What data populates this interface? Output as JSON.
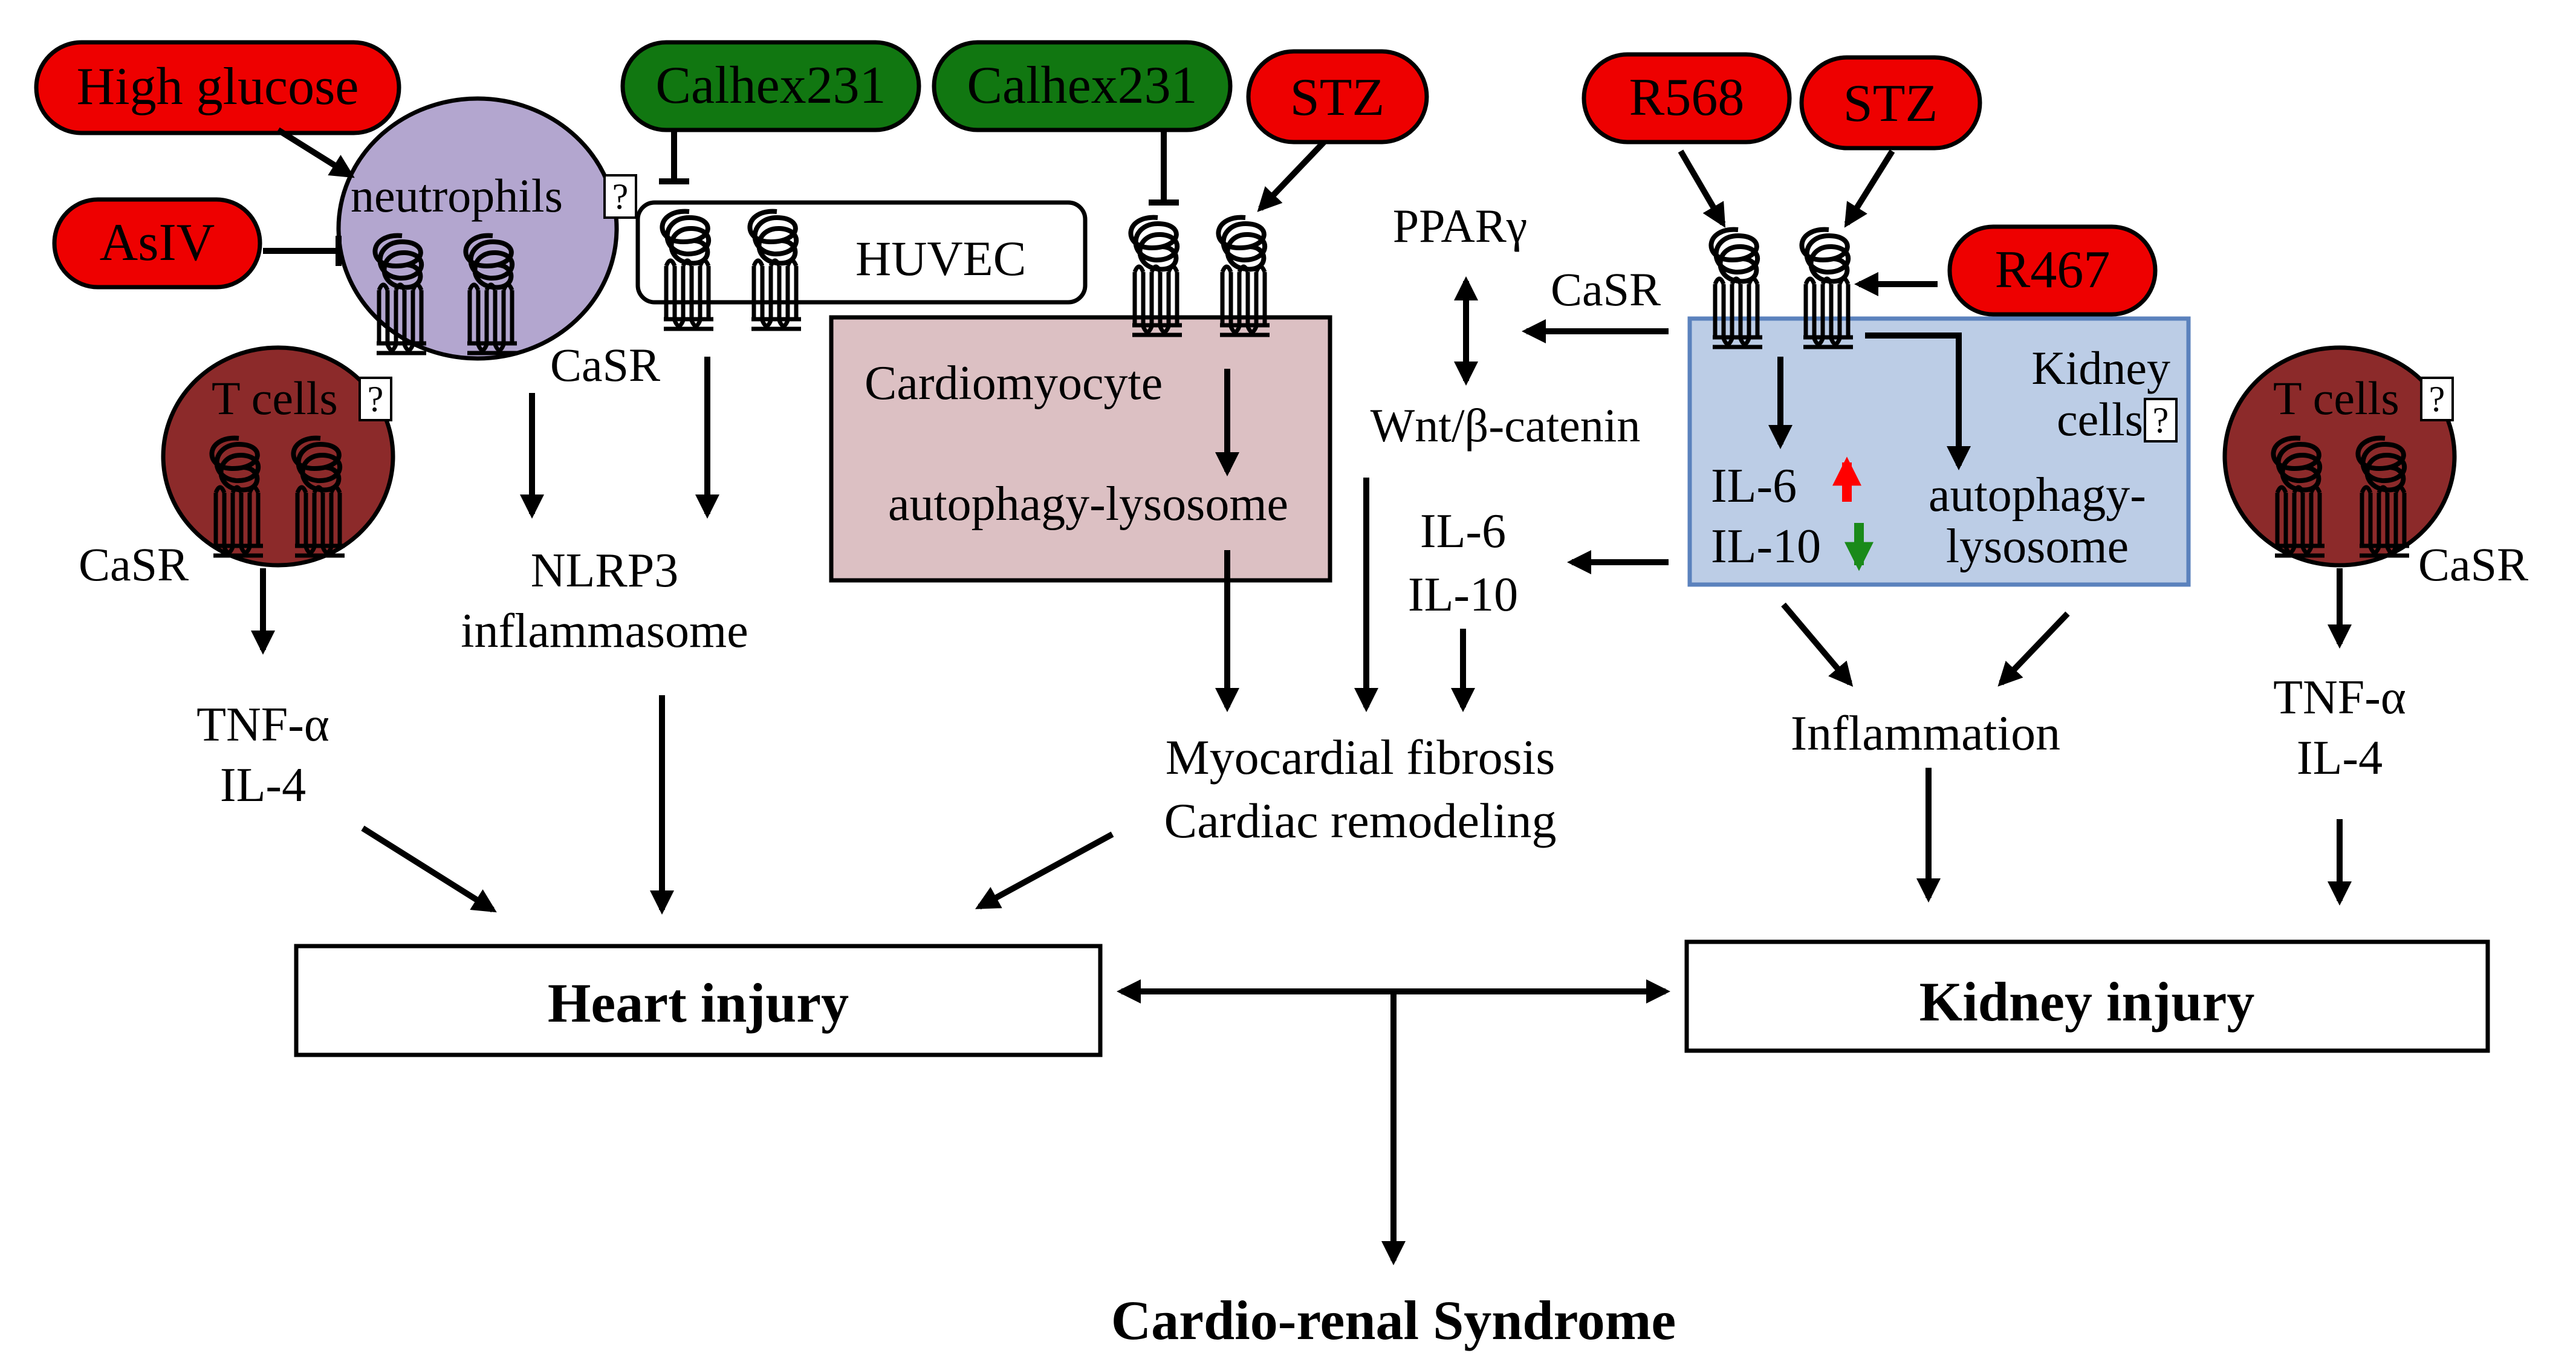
{
  "inducers": {
    "high_glucose": "High glucose",
    "asiv": "AsIV",
    "calhex_left": "Calhex231",
    "calhex_mid": "Calhex231",
    "stz_mid": "STZ",
    "r568": "R568",
    "stz_right": "STZ",
    "r467": "R467"
  },
  "cells": {
    "neutrophils": "neutrophils",
    "t_cells_left": "T cells",
    "huvec": "HUVEC",
    "cardiomyocyte": "Cardiomyocyte",
    "kidney_cells_line1": "Kidney",
    "kidney_cells_line2": "cells",
    "t_cells_right": "T cells",
    "unknown_mark": "?"
  },
  "labels": {
    "casr_neutrophil": "CaSR",
    "casr_t_left": "CaSR",
    "casr_kidney": "CaSR",
    "casr_t_right": "CaSR",
    "tnf_left": "TNF-α",
    "il4_left": "IL-4",
    "nlrp3_line1": "NLRP3",
    "nlrp3_line2": "inflammasome",
    "autophagy_cardio": "autophagy-lysosome",
    "ppar": "PPARγ",
    "wnt": "Wnt/β-catenin",
    "il6_mid": "IL-6",
    "il10_mid": "IL-10",
    "il6_kidney": "IL-6",
    "il10_kidney": "IL-10",
    "autophagy_kidney_line1": "autophagy-",
    "autophagy_kidney_line2": "lysosome",
    "myocardial_fibrosis": "Myocardial fibrosis",
    "cardiac_remodeling": "Cardiac remodeling",
    "inflammation": "Inflammation",
    "tnf_right": "TNF-α",
    "il4_right": "IL-4"
  },
  "outcomes": {
    "heart_injury": "Heart injury",
    "kidney_injury": "Kidney injury",
    "syndrome": "Cardio-renal Syndrome"
  },
  "colors": {
    "activator": "#ee0000",
    "inhibitor": "#117711",
    "neutrophil": "#b3a6cf",
    "t_cell": "#8c2a2a",
    "cardiomyocyte_box": "#dcc0c3",
    "kidney_box": "#bccde6",
    "kidney_border": "#5b82bd",
    "up_arrow": "#ff0000",
    "down_arrow": "#1a8a1a"
  }
}
